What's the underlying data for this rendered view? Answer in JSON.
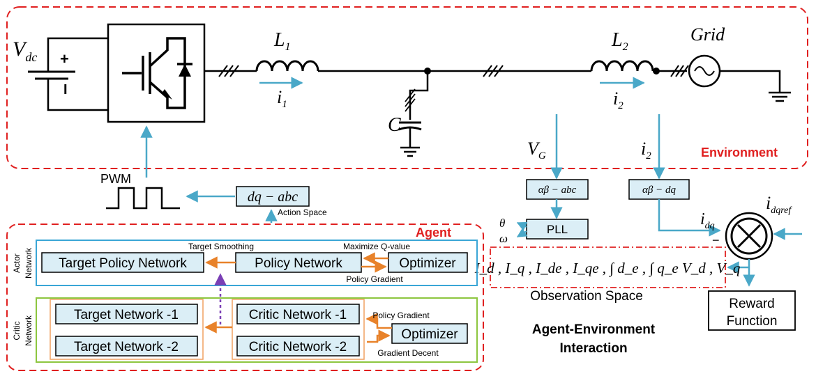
{
  "environment": {
    "title": "Environment",
    "vdc": {
      "main": "V",
      "sub": "dc"
    },
    "plus": "+",
    "minus": "I",
    "l1": {
      "main": "L",
      "sub": "1"
    },
    "l2": {
      "main": "L",
      "sub": "2"
    },
    "i1": {
      "main": "i",
      "sub": "1"
    },
    "i2": {
      "main": "i",
      "sub": "2"
    },
    "cap": "C",
    "grid": "Grid"
  },
  "signals": {
    "pwm": "PWM",
    "dq_abc": "dq − abc",
    "action_space": "Action Space",
    "vg": {
      "main": "V",
      "sub": "G"
    },
    "i2_meas": {
      "main": "i",
      "sub": "2"
    },
    "ab_abc": "αβ − abc",
    "ab_dq": "αβ − dq",
    "pll": "PLL",
    "theta": "θ",
    "omega": "ω",
    "idq": {
      "main": "i",
      "sub": "dq"
    },
    "idqref": {
      "main": "i",
      "sub": "dqref"
    },
    "minus_sign": "−",
    "observation_formula": "I_d , I_q , I_de , I_qe , ∫ d_e , ∫ q_e V_d , V_q",
    "observation_space": "Observation Space",
    "reward_line1": "Reward",
    "reward_line2": "Function",
    "interaction_line1": "Agent-Environment",
    "interaction_line2": "Interaction"
  },
  "agent": {
    "title": "Agent",
    "actor_label_line1": "Actor",
    "actor_label_line2": "Network",
    "critic_label_line1": "Critic",
    "critic_label_line2": "Network",
    "target_policy": "Target Policy Network",
    "policy_network": "Policy Network",
    "optimizer": "Optimizer",
    "target_smoothing": "Target Smoothing",
    "maximize_q": "Maximize Q-value",
    "policy_gradient": "Policy Gradient",
    "target_net_1": "Target Network -1",
    "target_net_2": "Target Network -2",
    "critic_net_1": "Critic Network -1",
    "critic_net_2": "Critic Network -2",
    "critic_policy_gradient": "Policy Gradient",
    "critic_optimizer": "Optimizer",
    "gradient_decent": "Gradient Decent"
  },
  "colors": {
    "red_dash": "#e02020",
    "teal_arrow": "#4aa8c8",
    "orange_arrow": "#e8822a",
    "purple_arrow": "#7a3fb5",
    "box_fill": "#dbeef6",
    "actor_border": "#3aa6d6",
    "critic_border": "#8dc63f",
    "orange_border": "#f0a060"
  }
}
